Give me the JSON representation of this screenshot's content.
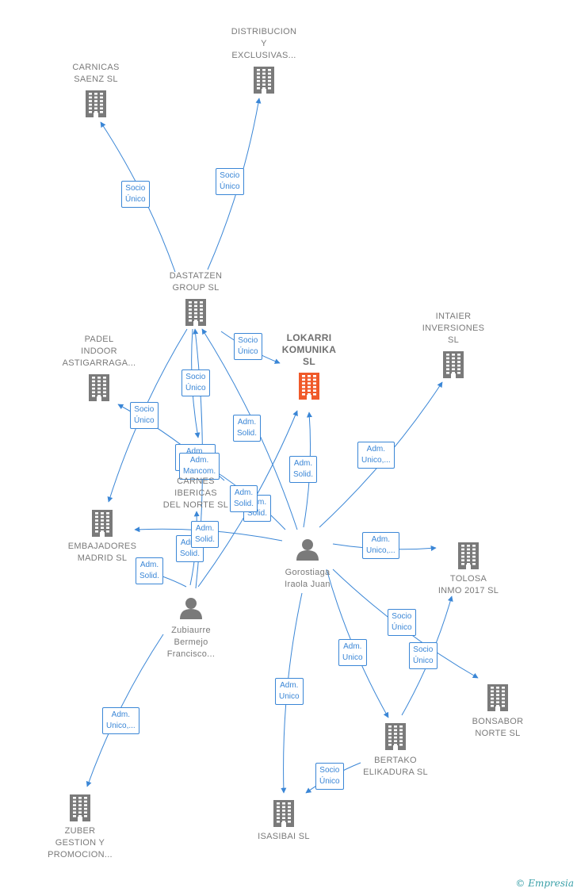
{
  "nodes": [
    {
      "id": "carnicas",
      "label": "CARNICAS\nSAENZ SL",
      "type": "company"
    },
    {
      "id": "distribucion",
      "label": "DISTRIBUCION\nY\nEXCLUSIVAS...",
      "type": "company"
    },
    {
      "id": "dastatzen",
      "label": "DASTATZEN\nGROUP  SL",
      "type": "company"
    },
    {
      "id": "lokarri",
      "label": "LOKARRI\nKOMUNIKA\nSL",
      "type": "main"
    },
    {
      "id": "intaier",
      "label": "INTAIER\nINVERSIONES\nSL",
      "type": "company"
    },
    {
      "id": "padel",
      "label": "PADEL\nINDOOR\nASTIGARRAGA...",
      "type": "company"
    },
    {
      "id": "carnes",
      "label": "CARNES\nIBERICAS\nDEL NORTE  SL",
      "type": "company"
    },
    {
      "id": "embajadores",
      "label": "EMBAJADORES\nMADRID  SL",
      "type": "company"
    },
    {
      "id": "gorostiaga",
      "label": "Gorostiaga\nIraola Juan",
      "type": "person"
    },
    {
      "id": "tolosa",
      "label": "TOLOSA\nINMO 2017  SL",
      "type": "company"
    },
    {
      "id": "zubiaurre",
      "label": "Zubiaurre\nBermejo\nFrancisco...",
      "type": "person"
    },
    {
      "id": "bonsabor",
      "label": "BONSABOR\nNORTE  SL",
      "type": "company"
    },
    {
      "id": "bertako",
      "label": "BERTAKO\nELIKADURA  SL",
      "type": "company"
    },
    {
      "id": "zuber",
      "label": "ZUBER\nGESTION Y\nPROMOCION...",
      "type": "company"
    },
    {
      "id": "isasibai",
      "label": "ISASIBAI  SL",
      "type": "company"
    }
  ],
  "edges": [
    {
      "from": "dastatzen",
      "to": "carnicas",
      "label": "Socio\nÚnico"
    },
    {
      "from": "dastatzen",
      "to": "distribucion",
      "label": "Socio\nÚnico"
    },
    {
      "from": "dastatzen",
      "to": "lokarri",
      "label": "Socio\nÚnico"
    },
    {
      "from": "dastatzen",
      "to": "carnes",
      "label": "Socio\nÚnico"
    },
    {
      "from": "dastatzen",
      "to": "embajadores",
      "label": "Socio\nÚnico"
    },
    {
      "from": "carnes",
      "to": "padel",
      "label": "Adm.\nMancom."
    },
    {
      "from": "gorostiaga",
      "to": "dastatzen",
      "label": "Adm.\nSolid."
    },
    {
      "from": "gorostiaga",
      "to": "lokarri",
      "label": "Adm.\nSolid."
    },
    {
      "from": "gorostiaga",
      "to": "intaier",
      "label": "Adm.\nUnico,..."
    },
    {
      "from": "gorostiaga",
      "to": "carnes",
      "label": "Adm.\nSolid."
    },
    {
      "from": "gorostiaga",
      "to": "embajadores",
      "label": "Adm.\nSolid."
    },
    {
      "from": "gorostiaga",
      "to": "tolosa",
      "label": "Adm.\nUnico,..."
    },
    {
      "from": "gorostiaga",
      "to": "bonsabor",
      "label": "Socio\nÚnico"
    },
    {
      "from": "gorostiaga",
      "to": "bertako",
      "label": "Adm.\nUnico"
    },
    {
      "from": "gorostiaga",
      "to": "isasibai",
      "label": "Adm.\nUnico"
    },
    {
      "from": "bertako",
      "to": "tolosa",
      "label": "Socio\nÚnico"
    },
    {
      "from": "bertako",
      "to": "isasibai",
      "label": "Socio\nÚnico"
    },
    {
      "from": "zubiaurre",
      "to": "dastatzen",
      "label": "Adm.\nMancom."
    },
    {
      "from": "zubiaurre",
      "to": "lokarri",
      "label": "Adm.\nSolid."
    },
    {
      "from": "zubiaurre",
      "to": "carnes",
      "label": "Adm.\nSolid."
    },
    {
      "from": "zubiaurre",
      "to": "embajadores",
      "label": "Adm.\nSolid."
    },
    {
      "from": "zubiaurre",
      "to": "zuber",
      "label": "Adm.\nUnico,..."
    }
  ],
  "brand": {
    "copyright": "©",
    "name": "Empresia"
  },
  "colors": {
    "edge": "#3a86d6",
    "building": "#7a7a7a",
    "main_building": "#f05a2a",
    "person": "#7a7a7a"
  }
}
